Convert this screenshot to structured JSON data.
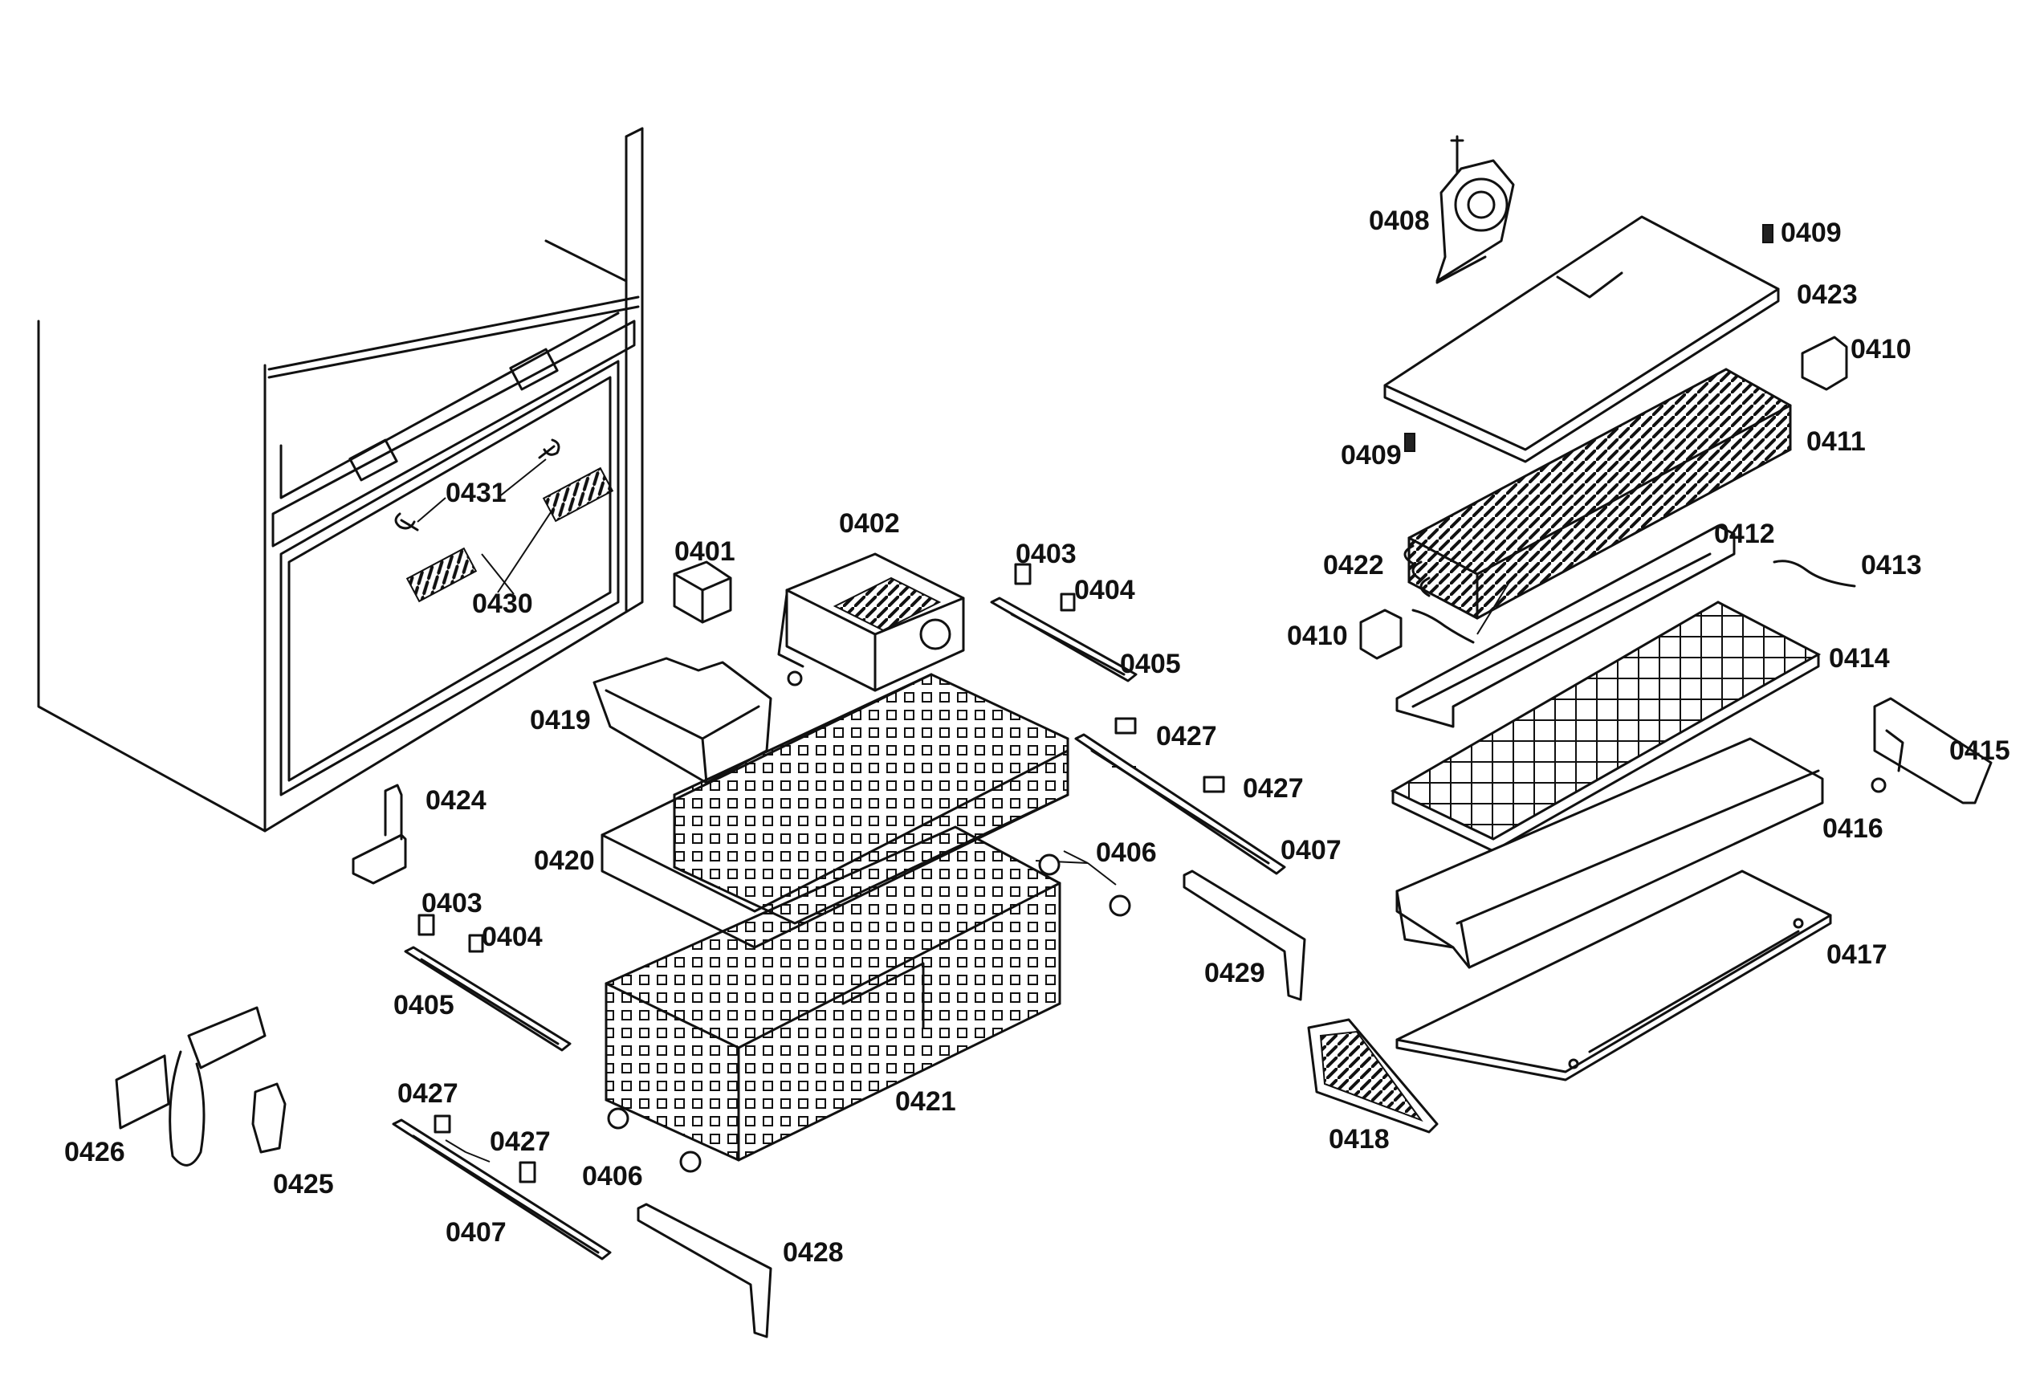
{
  "labels": {
    "l0401": "0401",
    "l0402": "0402",
    "l0403a": "0403",
    "l0403b": "0403",
    "l0404a": "0404",
    "l0404b": "0404",
    "l0405a": "0405",
    "l0405b": "0405",
    "l0406a": "0406",
    "l0406b": "0406",
    "l0407a": "0407",
    "l0407b": "0407",
    "l0408": "0408",
    "l0409a": "0409",
    "l0409b": "0409",
    "l0410a": "0410",
    "l0410b": "0410",
    "l0411": "0411",
    "l0412": "0412",
    "l0413": "0413",
    "l0414": "0414",
    "l0415": "0415",
    "l0416": "0416",
    "l0417": "0417",
    "l0418": "0418",
    "l0419": "0419",
    "l0420": "0420",
    "l0421": "0421",
    "l0422": "0422",
    "l0423": "0423",
    "l0424": "0424",
    "l0425": "0425",
    "l0426": "0426",
    "l0427a": "0427",
    "l0427b": "0427",
    "l0427c": "0427",
    "l0427d": "0427",
    "l0428": "0428",
    "l0429": "0429",
    "l0430": "0430",
    "l0431": "0431"
  }
}
